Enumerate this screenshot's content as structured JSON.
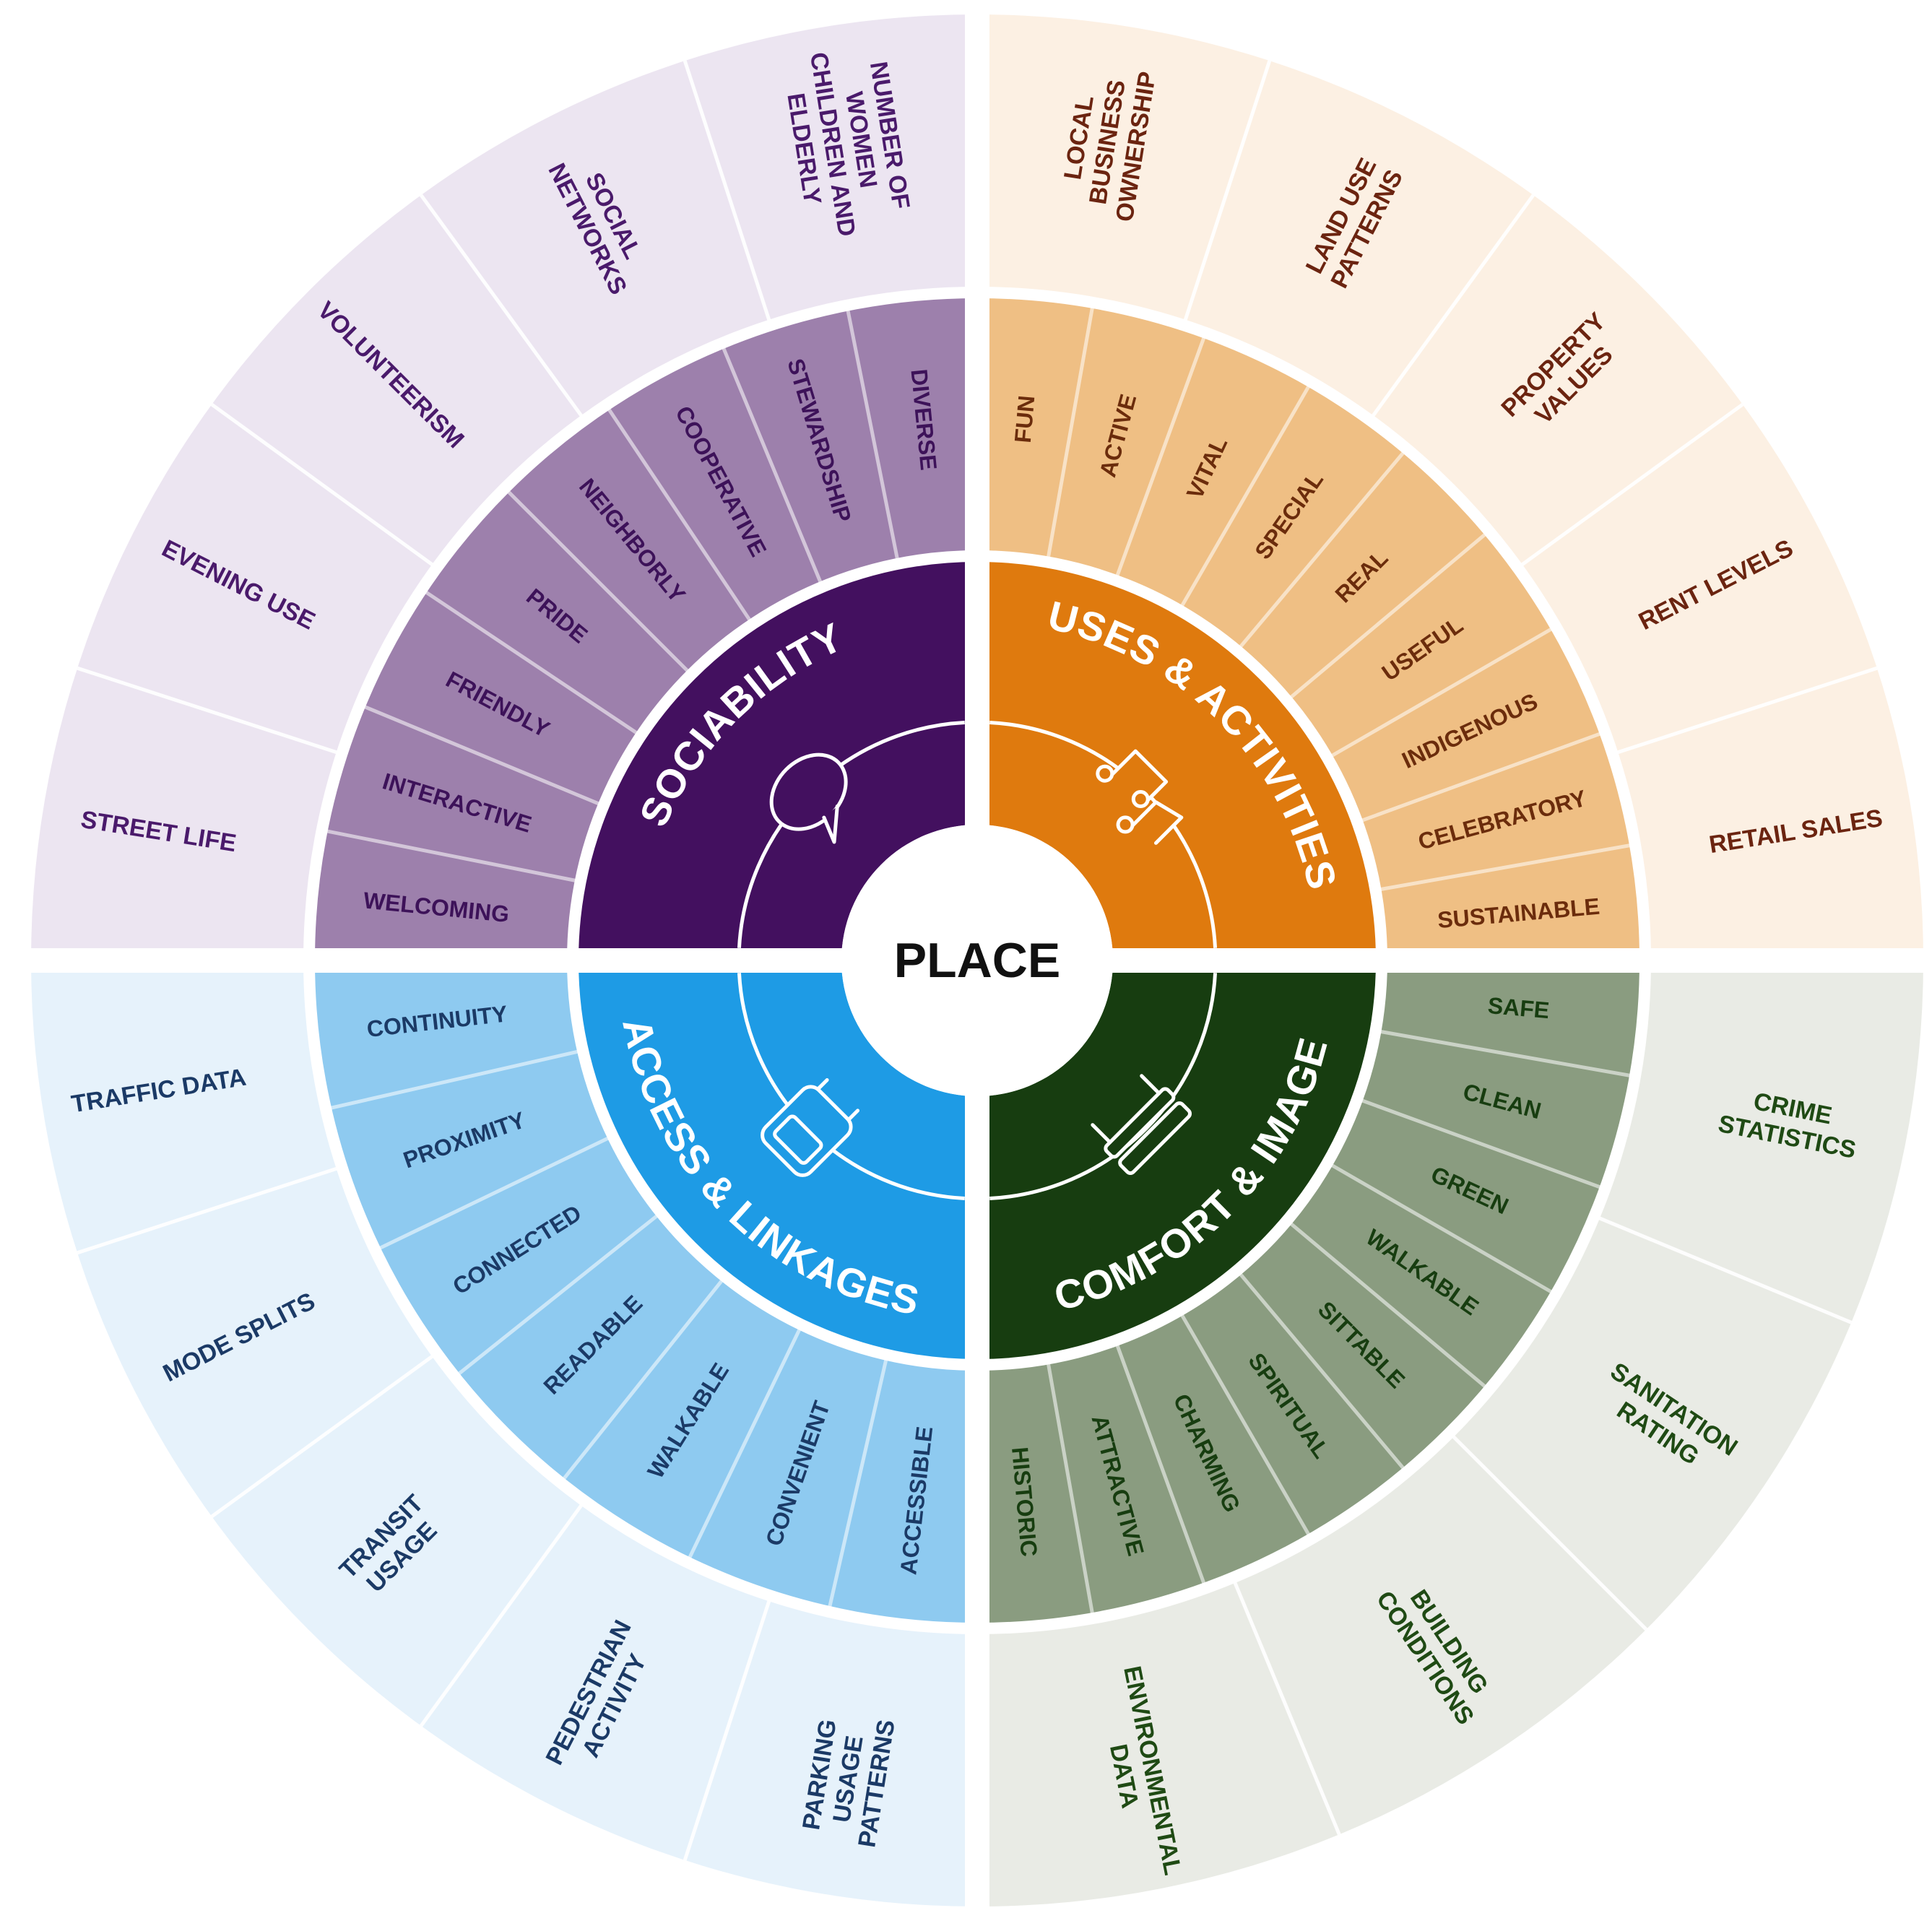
{
  "center": {
    "label": "PLACE"
  },
  "quadrants": [
    {
      "key": "sociability",
      "title": "SOCIABILITY",
      "icon": "speech-bubble-icon",
      "colors": {
        "core": "#43105f",
        "mid": "#9d80ac",
        "outer": "#ece5f1",
        "text_mid": "#3d1259",
        "text_outer": "#4a1a6b"
      },
      "attributes": [
        "WELCOMING",
        "INTERACTIVE",
        "FRIENDLY",
        "PRIDE",
        "NEIGHBORLY",
        "COOPERATIVE",
        "STEWARDSHIP",
        "DIVERSE"
      ],
      "measurements": [
        "STREET LIFE",
        "EVENING USE",
        "VOLUNTEERISM",
        "SOCIAL NETWORKS",
        "NUMBER OF WOMEN CHILDREN AND ELDERLY"
      ]
    },
    {
      "key": "uses",
      "title": "USES & ACTIVITIES",
      "icon": "music-notes-icon",
      "colors": {
        "core": "#df7a0e",
        "mid": "#efbf84",
        "outer": "#fcf0e3",
        "text_mid": "#6b2c0c",
        "text_outer": "#6b2410"
      },
      "attributes": [
        "FUN",
        "ACTIVE",
        "VITAL",
        "SPECIAL",
        "REAL",
        "USEFUL",
        "INDIGENOUS",
        "CELEBRATORY",
        "SUSTAINABLE"
      ],
      "measurements": [
        "LOCAL BUSINESS OWNERSHIP",
        "LAND USE PATTERNS",
        "PROPERTY VALUES",
        "RENT LEVELS",
        "RETAIL SALES"
      ]
    },
    {
      "key": "comfort",
      "title": "COMFORT & IMAGE",
      "icon": "bench-icon",
      "colors": {
        "core": "#173d10",
        "mid": "#8a9c80",
        "outer": "#e9ebe5",
        "text_mid": "#173d10",
        "text_outer": "#1f4a14"
      },
      "attributes": [
        "SAFE",
        "CLEAN",
        "GREEN",
        "WALKABLE",
        "SITTABLE",
        "SPIRITUAL",
        "CHARMING",
        "ATTRACTIVE",
        "HISTORIC"
      ],
      "measurements": [
        "CRIME STATISTICS",
        "SANITATION RATING",
        "BUILDING CONDITIONS",
        "ENVIRONMENTAL DATA"
      ]
    },
    {
      "key": "access",
      "title": "ACCESS & LINKAGES",
      "icon": "bus-icon",
      "colors": {
        "core": "#1e9be5",
        "mid": "#8ecaf0",
        "outer": "#e6f2fb",
        "text_mid": "#1b3a66",
        "text_outer": "#1b3a66"
      },
      "attributes": [
        "ACCESSIBLE",
        "CONVENIENT",
        "WALKABLE",
        "READABLE",
        "CONNECTED",
        "PROXIMITY",
        "CONTINUITY"
      ],
      "measurements": [
        "PARKING USAGE PATTERNS",
        "PEDESTRIAN ACTIVITY",
        "TRANSIT USAGE",
        "MODE SPLITS",
        "TRAFFIC DATA"
      ]
    }
  ]
}
